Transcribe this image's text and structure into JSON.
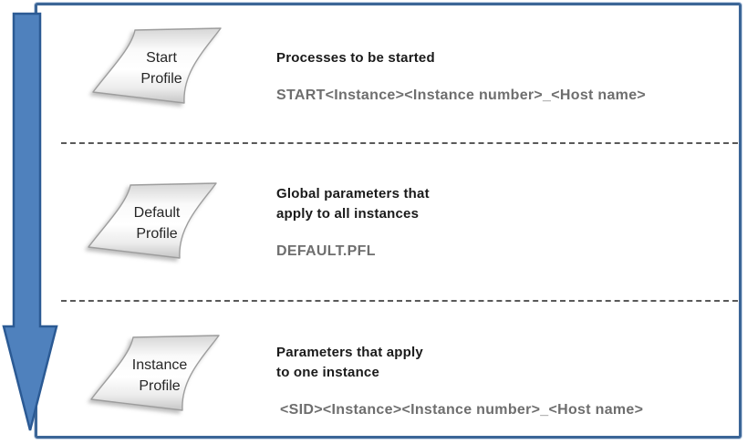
{
  "colors": {
    "arrow_fill": "#4f81bd",
    "arrow_stroke": "#2b5a94",
    "frame_border": "#3c6697",
    "separator": "#595959",
    "heading_text": "#1a1a1a",
    "technical_text": "#6e6e6e",
    "sheet_border": "#9d9d9d"
  },
  "icons": {
    "arrow": "down-arrow",
    "profile_sheet": "slanted-paper-sheet"
  },
  "sections": [
    {
      "icon_label": [
        "Start",
        "Profile"
      ],
      "heading_lines": [
        "Processes to be started"
      ],
      "technical_name": "START<Instance><Instance number>_<Host name>"
    },
    {
      "icon_label": [
        "Default",
        "Profile"
      ],
      "heading_lines": [
        "Global parameters that",
        "apply to all instances"
      ],
      "technical_name": "DEFAULT.PFL"
    },
    {
      "icon_label": [
        "Instance",
        "Profile"
      ],
      "heading_lines": [
        "Parameters that apply",
        "to one instance"
      ],
      "technical_name": "<SID><Instance><Instance number>_<Host name>"
    }
  ]
}
